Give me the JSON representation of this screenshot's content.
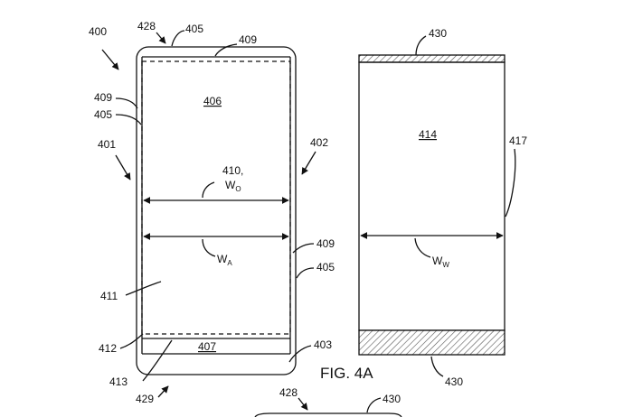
{
  "figure": {
    "caption": "FIG. 4A",
    "device_label": "400",
    "labels": {
      "l400": "400",
      "l428_top": "428",
      "l405_top": "405",
      "l409_top": "409",
      "l406": "406",
      "l409_left": "409",
      "l405_left": "405",
      "l401": "401",
      "l402": "402",
      "l410": "410,",
      "wo_main": "W",
      "wo_sub": "O",
      "l409_right": "409",
      "wa_main": "W",
      "wa_sub": "A",
      "l405_right": "405",
      "l411": "411",
      "l407": "407",
      "l412": "412",
      "l403": "403",
      "l413": "413",
      "l429": "429",
      "l428_bottom": "428",
      "l430_bottom_edge": "430",
      "l430_top": "430",
      "l414": "414",
      "l417": "417",
      "ww_main": "W",
      "ww_sub": "W",
      "l430_bottom": "430"
    }
  }
}
